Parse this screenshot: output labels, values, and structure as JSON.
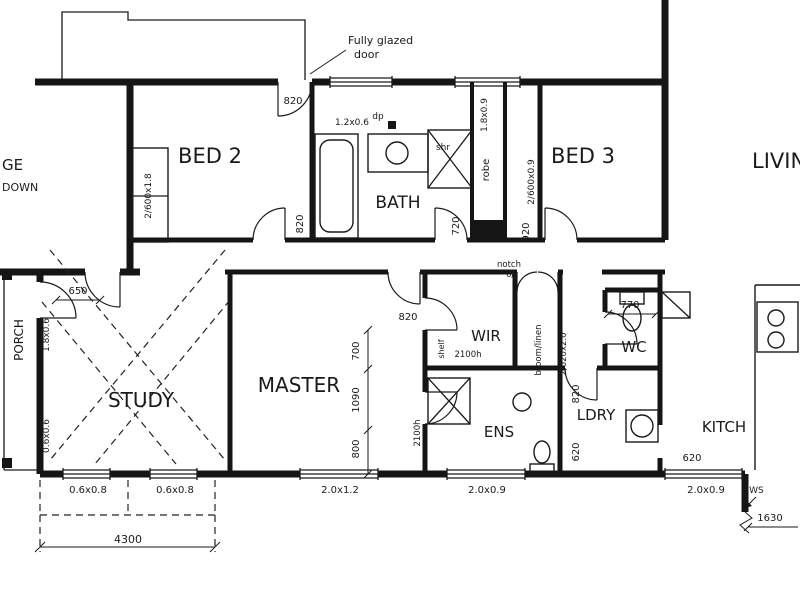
{
  "rooms": {
    "bed2": "BED 2",
    "bed3": "BED 3",
    "bath": "BATH",
    "living": "LIVING",
    "garage": "GE",
    "garage_down": "DOWN",
    "porch": "PORCH",
    "study": "STUDY",
    "master": "MASTER",
    "wir": "WIR",
    "ens": "ENS",
    "wc": "WC",
    "ldry": "LDRY",
    "kitch": "KITCH"
  },
  "annotations": {
    "fully_glazed_line1": "Fully glazed",
    "fully_glazed_line2": "door",
    "dp": "dp",
    "shr": "shr",
    "robe": "robe",
    "broom_linen": "broom/linen",
    "notch": "notch",
    "notch_or": "o/r",
    "shelf": "shelf",
    "wir_height": "2100h",
    "ens_height": "2100h",
    "hws": "HWS"
  },
  "door_sizes": {
    "entry_top": "820",
    "bed2": "820",
    "bath": "720",
    "bed3": "920",
    "master": "820",
    "ldry": "820",
    "cupboard": "620",
    "kitch_opening": "620",
    "robe_bed2": "2/600x1.8",
    "robe_bed3": "2/600x0.9",
    "linen": "2/620x2.0"
  },
  "window_sizes": {
    "bath_top": "1.2x0.6",
    "bed3_top": "1.8x0.9",
    "porch_side": "1.8x0.6",
    "study_side": "0.6x0.6",
    "study_front_1": "0.6x0.8",
    "study_front_2": "0.6x0.8",
    "master_front": "2.0x1.2",
    "ens_front": "2.0x0.9",
    "kitch_front": "2.0x0.9"
  },
  "dimensions": {
    "entry_segment": "650",
    "wc_width": "770",
    "master_seg_1": "700",
    "master_seg_2": "1090",
    "master_seg_3": "800",
    "study_width": "4300",
    "right_offset": "1630"
  },
  "colors": {
    "ink": "#1a1a1a",
    "paper": "#ffffff"
  }
}
